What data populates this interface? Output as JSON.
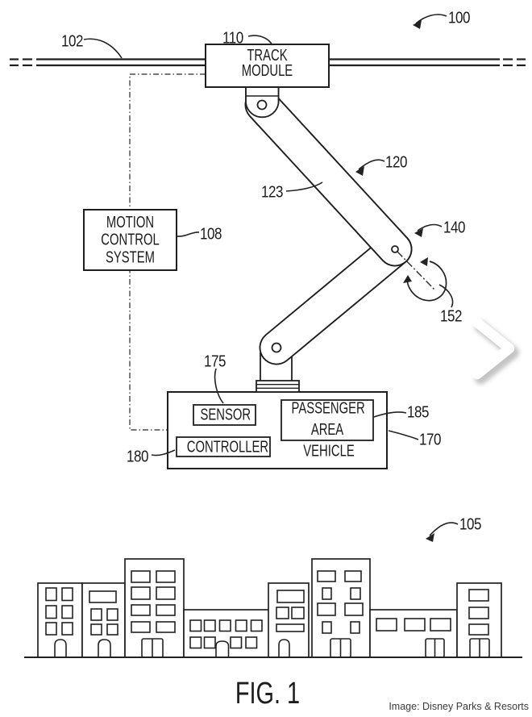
{
  "figure": {
    "caption": "FIG. 1",
    "credit": "Image: Disney Parks & Resorts"
  },
  "refs": {
    "system": "100",
    "track": "102",
    "skyline": "105",
    "motion_control_system": "108",
    "track_module": "110",
    "arm": "120",
    "arm_link": "123",
    "joint": "140",
    "rotation_axis": "152",
    "vehicle": "170",
    "sensor": "175",
    "controller": "180",
    "passenger_area": "185"
  },
  "components": {
    "track_module": {
      "lines": [
        "TRACK",
        "MODULE"
      ]
    },
    "motion_control_system": {
      "lines": [
        "MOTION",
        "CONTROL",
        "SYSTEM"
      ]
    },
    "sensor": {
      "label": "SENSOR"
    },
    "controller": {
      "label": "CONTROLLER"
    },
    "passenger_area": {
      "lines": [
        "PASSENGER",
        "AREA"
      ]
    },
    "vehicle": {
      "label": "VEHICLE"
    }
  },
  "icons": {
    "next_chevron": "chevron-right"
  },
  "colors": {
    "line": "#1f1f1f",
    "background": "#ffffff",
    "credit_text": "#3b3b3b"
  }
}
